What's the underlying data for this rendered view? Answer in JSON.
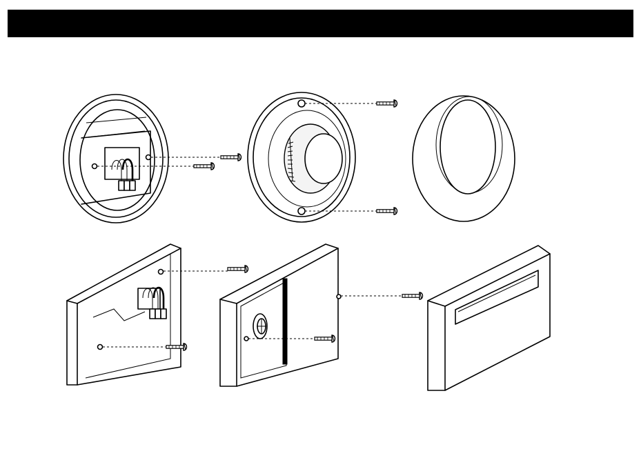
{
  "header": {
    "title": ""
  },
  "diagram": {
    "steps": [
      {
        "name": "round-wall-box-with-wires"
      },
      {
        "name": "round-thermostat-base-with-dial"
      },
      {
        "name": "round-cover-ring"
      },
      {
        "name": "rectangular-wall-plate-with-wires"
      },
      {
        "name": "rectangular-thermostat-base-with-dial"
      },
      {
        "name": "rectangular-cover"
      }
    ],
    "screws": 8,
    "colors": {
      "header": "#000000",
      "line": "#000000",
      "background": "#ffffff"
    }
  }
}
